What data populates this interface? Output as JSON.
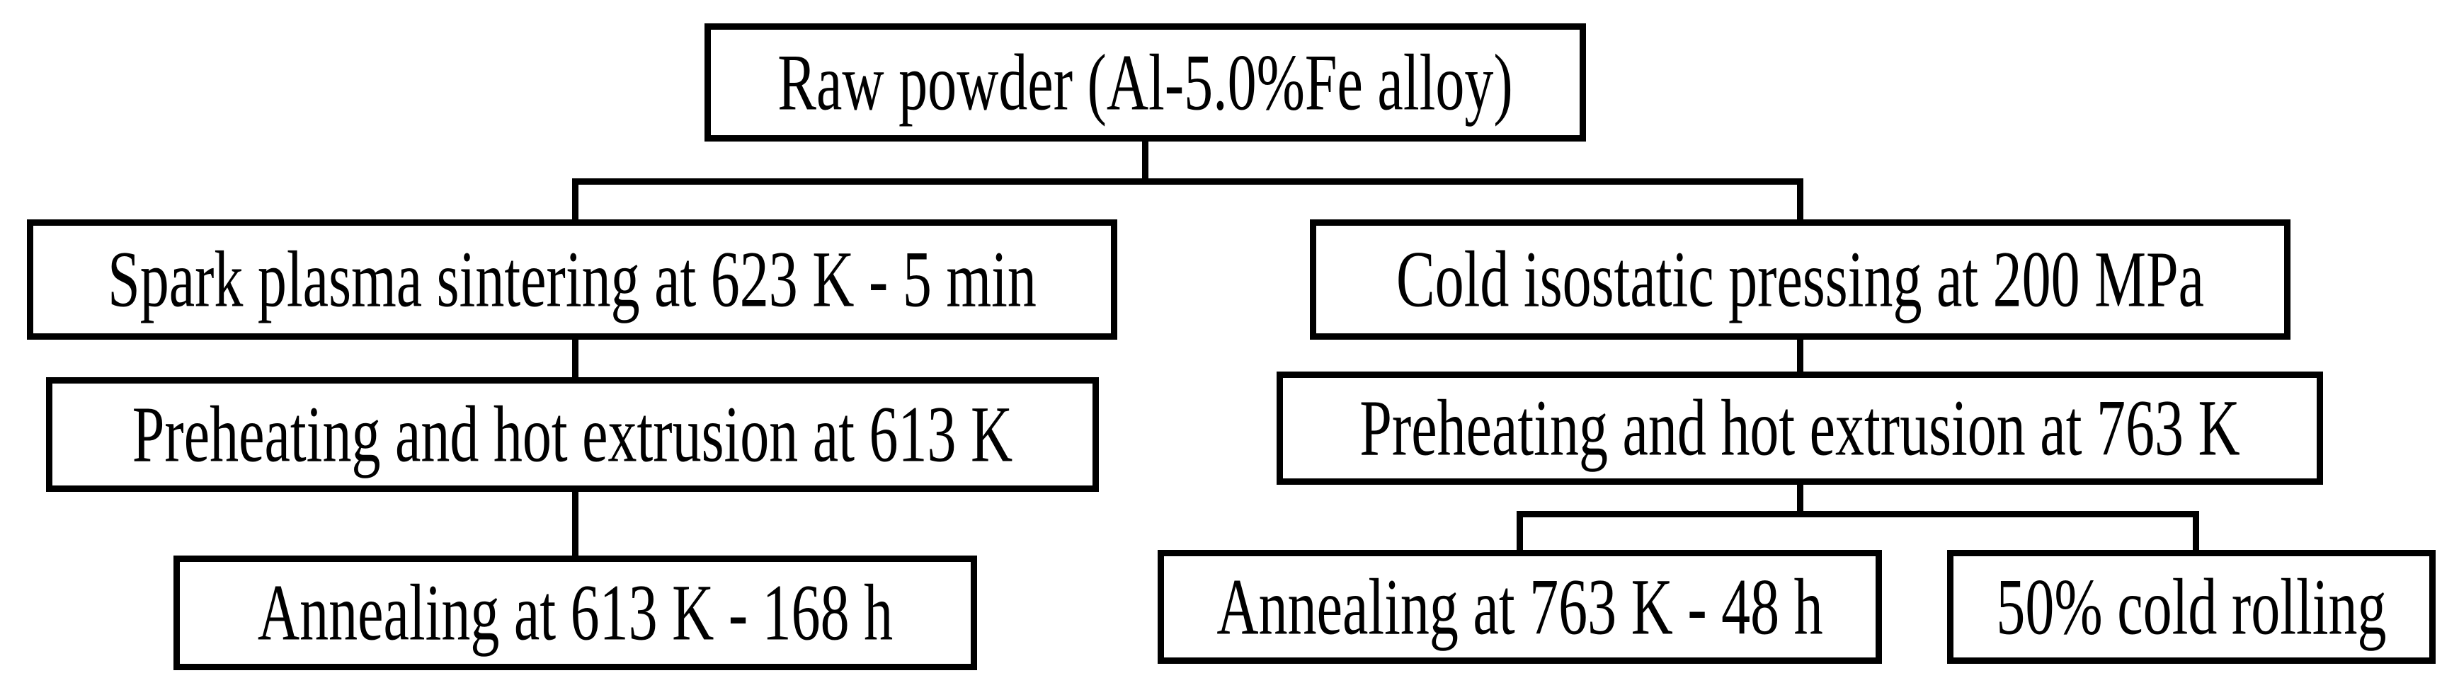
{
  "diagram": {
    "type": "flowchart",
    "background_color": "#ffffff",
    "line_color": "#000000",
    "text_color": "#000000",
    "nodes": {
      "raw_powder": "Raw powder (Al-5.0%Fe alloy)",
      "spark_plasma": "Spark plasma sintering at 623 K - 5 min",
      "extrusion_613": "Preheating and hot extrusion at 613 K",
      "annealing_613": "Annealing at 613 K - 168 h",
      "cold_isostatic": "Cold isostatic pressing at 200 MPa",
      "extrusion_763": "Preheating and hot extrusion at 763 K",
      "annealing_763": "Annealing at 763 K - 48 h",
      "cold_rolling": "50% cold rolling"
    },
    "edges": [
      {
        "from": "raw_powder",
        "to": "spark_plasma"
      },
      {
        "from": "raw_powder",
        "to": "cold_isostatic"
      },
      {
        "from": "spark_plasma",
        "to": "extrusion_613"
      },
      {
        "from": "extrusion_613",
        "to": "annealing_613"
      },
      {
        "from": "cold_isostatic",
        "to": "extrusion_763"
      },
      {
        "from": "extrusion_763",
        "to": "annealing_763"
      },
      {
        "from": "extrusion_763",
        "to": "cold_rolling"
      }
    ]
  }
}
